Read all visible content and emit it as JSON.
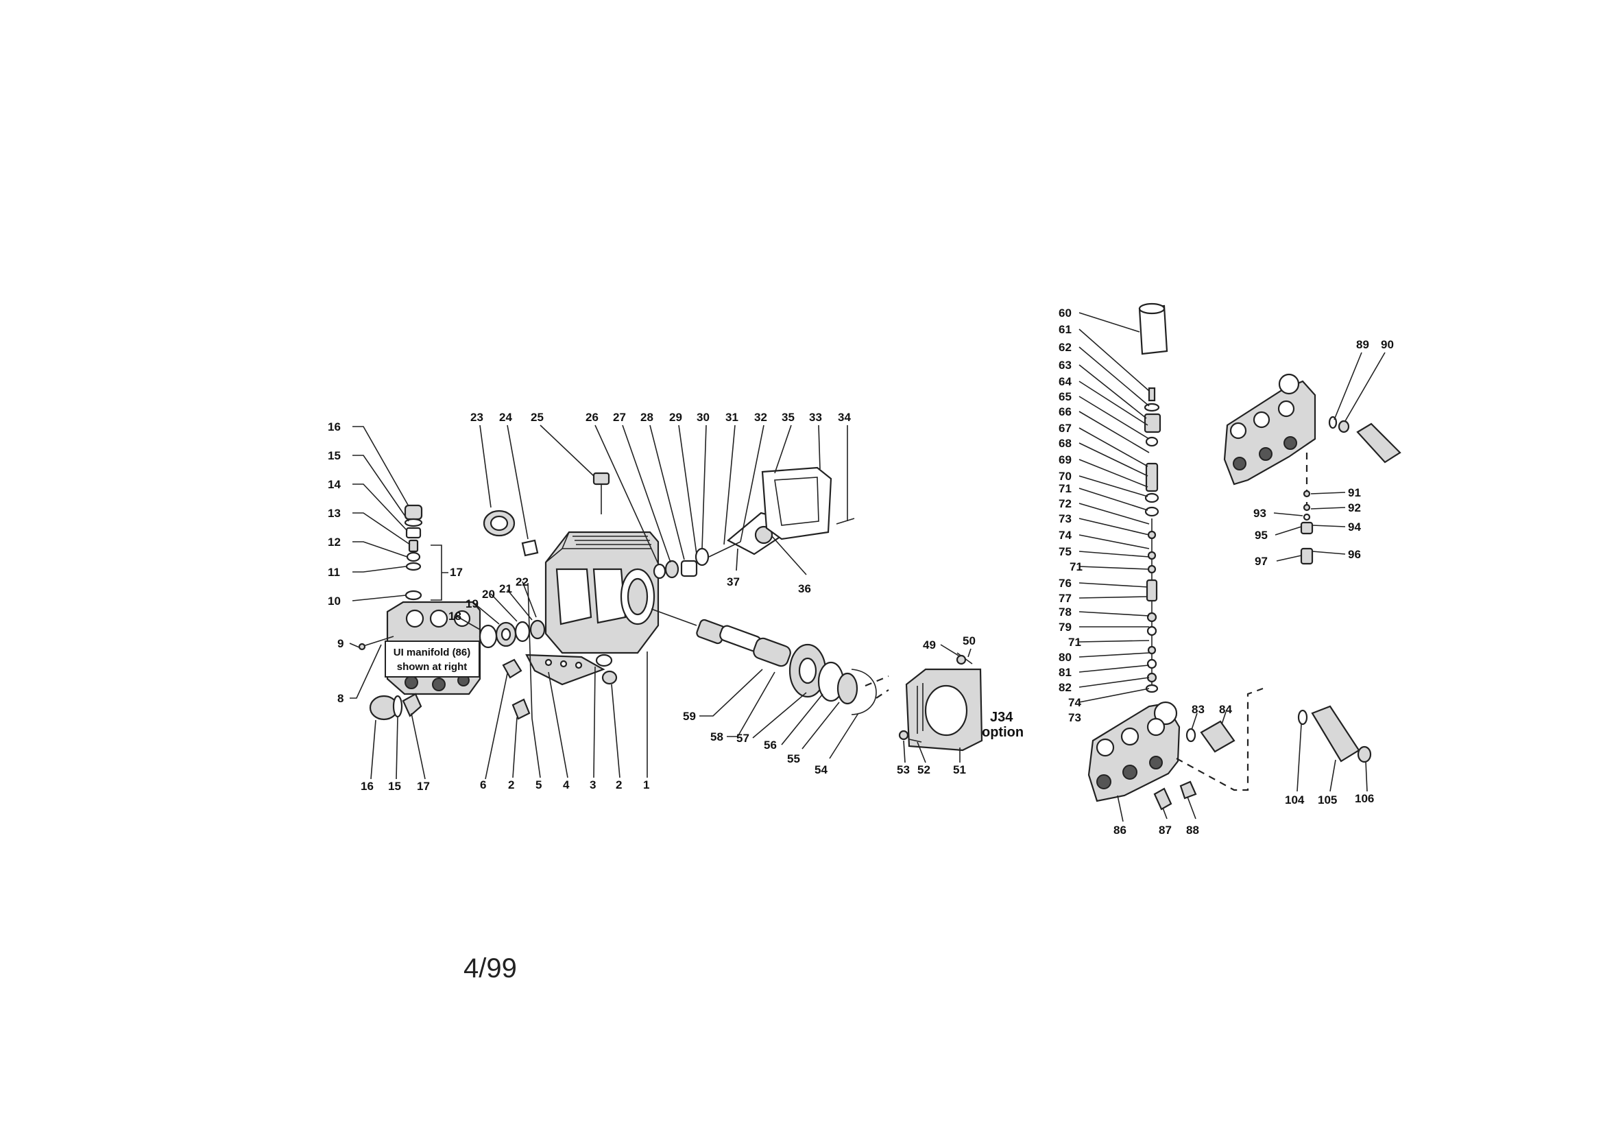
{
  "footer": {
    "date": "4/99"
  },
  "callout": {
    "line1": "UI manifold (86)",
    "line2": "shown at right"
  },
  "option": {
    "line1": "J34",
    "line2": "option"
  },
  "labels": {
    "l1": "1",
    "l2": "2",
    "l3": "3",
    "l4": "4",
    "l5": "5",
    "l6": "6",
    "l8": "8",
    "l9": "9",
    "l10": "10",
    "l11": "11",
    "l12": "12",
    "l13": "13",
    "l14": "14",
    "l15": "15",
    "l16": "16",
    "l17": "17",
    "l18": "18",
    "l19": "19",
    "l20": "20",
    "l21": "21",
    "l22": "22",
    "l23": "23",
    "l24": "24",
    "l25": "25",
    "l26": "26",
    "l27": "27",
    "l28": "28",
    "l29": "29",
    "l30": "30",
    "l31": "31",
    "l32": "32",
    "l33": "33",
    "l34": "34",
    "l35": "35",
    "l36": "36",
    "l37": "37",
    "l49": "49",
    "l50": "50",
    "l51": "51",
    "l52": "52",
    "l53": "53",
    "l54": "54",
    "l55": "55",
    "l56": "56",
    "l57": "57",
    "l58": "58",
    "l59": "59",
    "l60": "60",
    "l61": "61",
    "l62": "62",
    "l63": "63",
    "l64": "64",
    "l65": "65",
    "l66": "66",
    "l67": "67",
    "l68": "68",
    "l69": "69",
    "l70": "70",
    "l71": "71",
    "l72": "72",
    "l73": "73",
    "l74": "74",
    "l75": "75",
    "l76": "76",
    "l77": "77",
    "l78": "78",
    "l79": "79",
    "l80": "80",
    "l81": "81",
    "l82": "82",
    "l83": "83",
    "l84": "84",
    "l86": "86",
    "l87": "87",
    "l88": "88",
    "l89": "89",
    "l90": "90",
    "l91": "91",
    "l92": "92",
    "l93": "93",
    "l94": "94",
    "l95": "95",
    "l96": "96",
    "l97": "97",
    "l104": "104",
    "l105": "105",
    "l106": "106"
  }
}
